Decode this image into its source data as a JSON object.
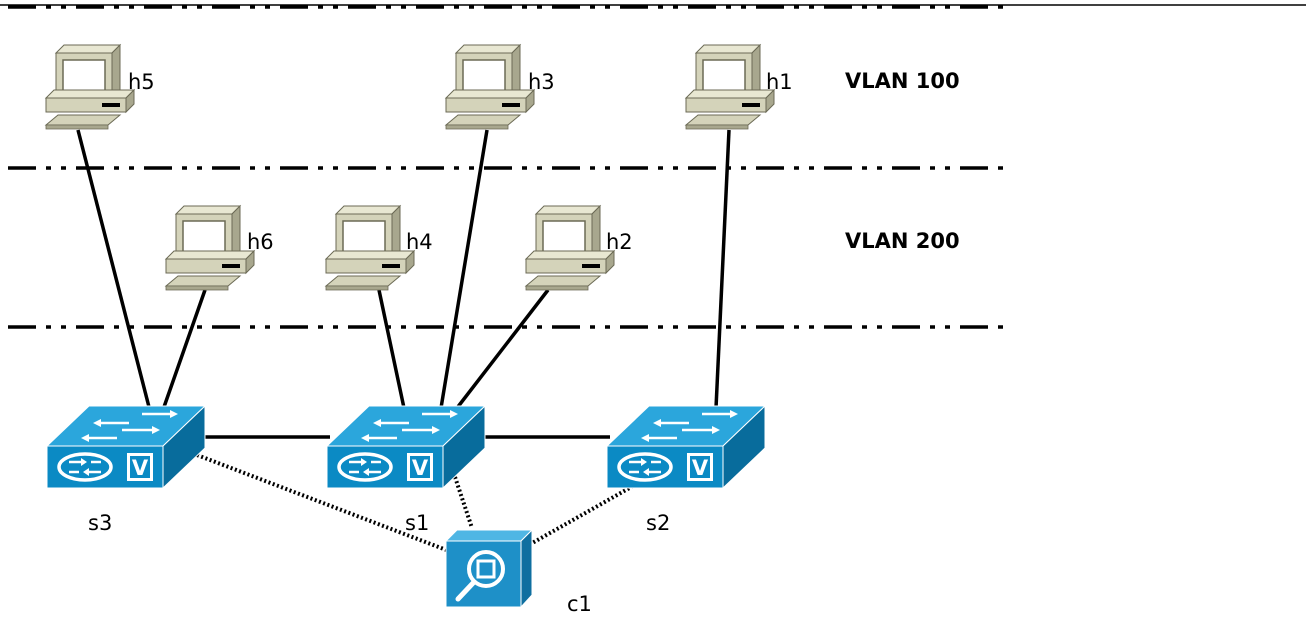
{
  "vlans": [
    {
      "label": "VLAN 100"
    },
    {
      "label": "VLAN 200"
    }
  ],
  "hosts": [
    {
      "id": "h5",
      "label": "h5",
      "vlan": "VLAN 100"
    },
    {
      "id": "h3",
      "label": "h3",
      "vlan": "VLAN 100"
    },
    {
      "id": "h1",
      "label": "h1",
      "vlan": "VLAN 100"
    },
    {
      "id": "h6",
      "label": "h6",
      "vlan": "VLAN 200"
    },
    {
      "id": "h4",
      "label": "h4",
      "vlan": "VLAN 200"
    },
    {
      "id": "h2",
      "label": "h2",
      "vlan": "VLAN 200"
    }
  ],
  "switches": [
    {
      "id": "s3",
      "label": "s3",
      "badge": "V"
    },
    {
      "id": "s1",
      "label": "s1",
      "badge": "V"
    },
    {
      "id": "s2",
      "label": "s2",
      "badge": "V"
    }
  ],
  "controller": {
    "id": "c1",
    "label": "c1"
  },
  "links": [
    {
      "from": "h5",
      "to": "s3",
      "style": "solid"
    },
    {
      "from": "h6",
      "to": "s3",
      "style": "solid"
    },
    {
      "from": "h4",
      "to": "s1",
      "style": "solid"
    },
    {
      "from": "h3",
      "to": "s1",
      "style": "solid"
    },
    {
      "from": "h2",
      "to": "s1",
      "style": "solid"
    },
    {
      "from": "h1",
      "to": "s2",
      "style": "solid"
    },
    {
      "from": "s3",
      "to": "s1",
      "style": "solid"
    },
    {
      "from": "s1",
      "to": "s2",
      "style": "solid"
    },
    {
      "from": "s3",
      "to": "c1",
      "style": "dotted"
    },
    {
      "from": "s1",
      "to": "c1",
      "style": "dotted"
    },
    {
      "from": "s2",
      "to": "c1",
      "style": "dotted"
    }
  ],
  "colors": {
    "switch_top": "#2ba6dc",
    "switch_front": "#0b8ac4",
    "switch_side": "#086c9c",
    "host_body": "#d4d3ba",
    "host_shadow": "#a8a78e",
    "controller": "#1e90c8"
  }
}
